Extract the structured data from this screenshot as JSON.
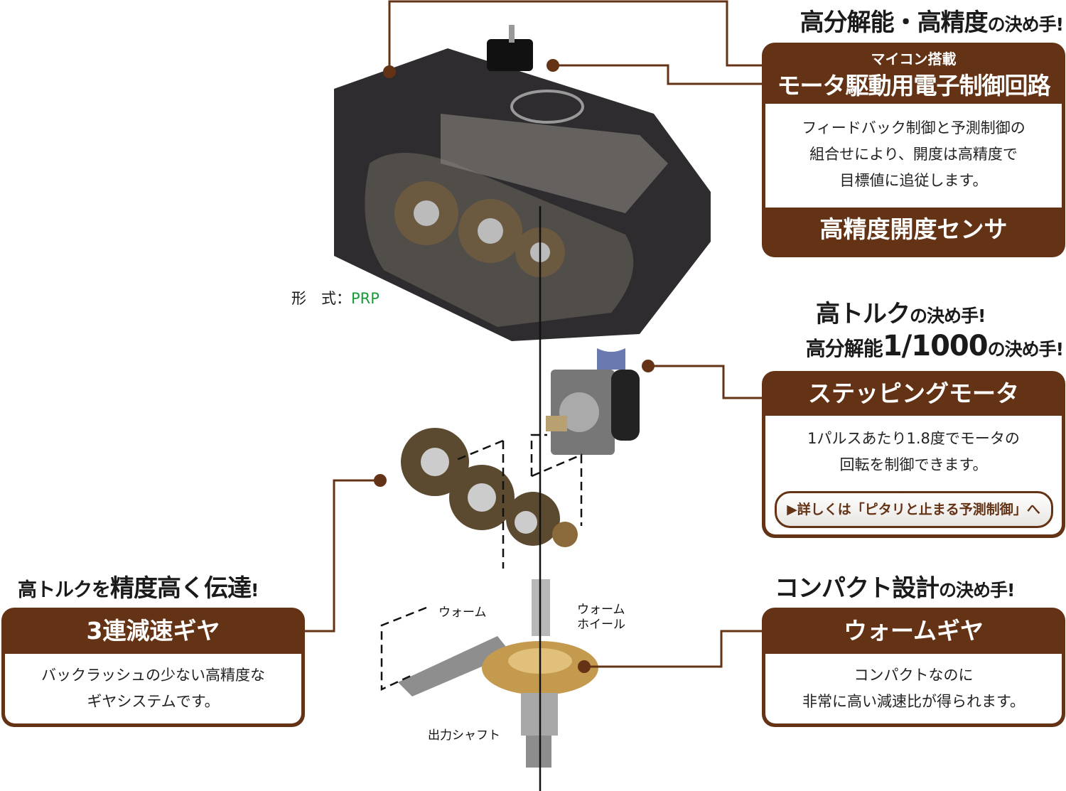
{
  "colors": {
    "brand_brown": "#643315",
    "model_green": "#1a9a3a"
  },
  "model": {
    "label": "形　式：",
    "value": "PRP"
  },
  "sections": {
    "sensor": {
      "heading_big": "高分解能・高精度",
      "heading_small": "の決め手!",
      "subtitle": "マイコン搭載",
      "title": "モータ駆動用電子制御回路",
      "body": [
        "フィードバック制御と予測制御の",
        "組合せにより、開度は高精度で",
        "目標値に追従します。"
      ],
      "footer": "高精度開度センサ"
    },
    "motor": {
      "heading1_big": "高トルク",
      "heading1_small": "の決め手!",
      "heading2_a": "高分解能",
      "heading2_big": "1/1000",
      "heading2_small": "の決め手!",
      "title": "ステッピングモータ",
      "body": [
        "1パルスあたり1.8度でモータの",
        "回転を制御できます。"
      ],
      "link": "▶詳しくは「ピタリと止まる予測制御」へ"
    },
    "worm": {
      "heading_big": "コンパクト設計",
      "heading_small": "の決め手!",
      "title": "ウォームギヤ",
      "body": [
        "コンパクトなのに",
        "非常に高い減速比が得られます。"
      ]
    },
    "gear": {
      "heading_a": "高トルクを",
      "heading_big": "精度高く伝達",
      "heading_small": "!",
      "title": "3連減速ギヤ",
      "body": [
        "バックラッシュの少ない高精度な",
        "ギヤシステムです。"
      ]
    }
  },
  "part_labels": {
    "worm": "ウォーム",
    "worm_wheel": [
      "ウォーム",
      "ホイール"
    ],
    "output_shaft": "出力シャフト"
  }
}
